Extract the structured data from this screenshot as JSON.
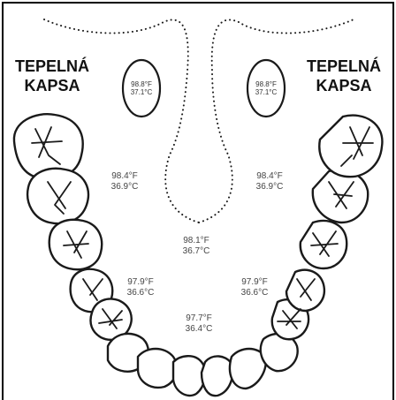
{
  "pockets": {
    "left_line1": "TEPELNÁ",
    "left_line2": "KAPSA",
    "right_line1": "TEPELNÁ",
    "right_line2": "KAPSA"
  },
  "readings": {
    "left_pocket_f": "98.8°F",
    "left_pocket_c": "37.1°C",
    "right_pocket_f": "98.8°F",
    "right_pocket_c": "37.1°C",
    "left_upper_f": "98.4°F",
    "left_upper_c": "36.9°C",
    "right_upper_f": "98.4°F",
    "right_upper_c": "36.9°C",
    "center_f": "98.1°F",
    "center_c": "36.7°C",
    "left_mid_f": "97.9°F",
    "left_mid_c": "36.6°C",
    "right_mid_f": "97.9°F",
    "right_mid_c": "36.6°C",
    "front_f": "97.7°F",
    "front_c": "36.4°C"
  },
  "colors": {
    "line": "#1a1a1a",
    "text": "#444444",
    "background": "#ffffff"
  }
}
